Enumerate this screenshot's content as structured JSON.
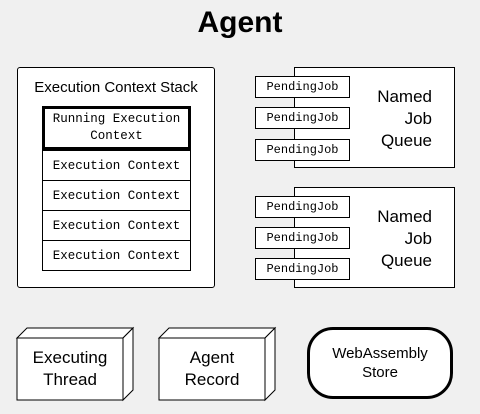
{
  "title": "Agent",
  "execution_context_stack": {
    "title": "Execution Context Stack",
    "running": [
      "Running Execution",
      "Context"
    ],
    "contexts": [
      "Execution Context",
      "Execution Context",
      "Execution Context",
      "Execution Context"
    ]
  },
  "job_queues": [
    {
      "label": [
        "Named",
        "Job",
        "Queue"
      ],
      "jobs": [
        "PendingJob",
        "PendingJob",
        "PendingJob"
      ]
    },
    {
      "label": [
        "Named",
        "Job",
        "Queue"
      ],
      "jobs": [
        "PendingJob",
        "PendingJob",
        "PendingJob"
      ]
    }
  ],
  "executing_thread": [
    "Executing",
    "Thread"
  ],
  "agent_record": [
    "Agent",
    "Record"
  ],
  "webassembly_store": [
    "WebAssembly",
    "Store"
  ]
}
